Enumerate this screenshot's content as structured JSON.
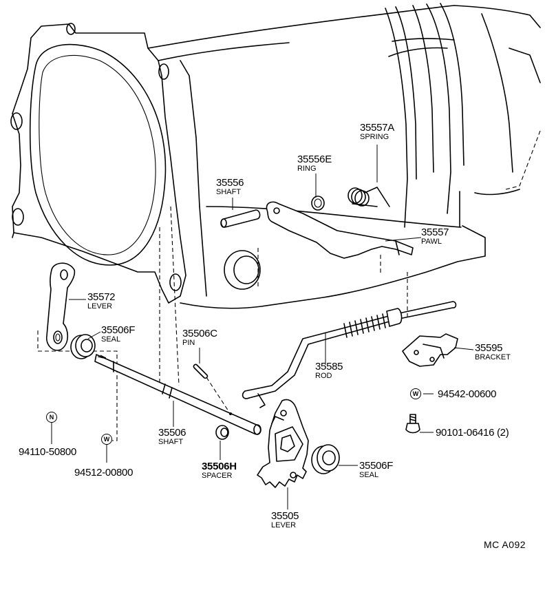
{
  "diagram_ref": "MC  A092",
  "symbols": {
    "nut": "N",
    "washer": "W"
  },
  "parts": [
    {
      "id": "35557A",
      "name": "SPRING"
    },
    {
      "id": "35556E",
      "name": "RING"
    },
    {
      "id": "35556",
      "name": "SHAFT"
    },
    {
      "id": "35557",
      "name": "PAWL"
    },
    {
      "id": "35572",
      "name": "LEVER"
    },
    {
      "id": "35506F",
      "name": "SEAL"
    },
    {
      "id": "35506C",
      "name": "PIN"
    },
    {
      "id": "35585",
      "name": "ROD"
    },
    {
      "id": "35595",
      "name": "BRACKET"
    },
    {
      "id": "94542-00600",
      "name": ""
    },
    {
      "id": "90101-06416 (2)",
      "name": ""
    },
    {
      "id": "94110-50800",
      "name": ""
    },
    {
      "id": "94512-00800",
      "name": ""
    },
    {
      "id": "35506",
      "name": "SHAFT"
    },
    {
      "id": "35506H",
      "name": "SPACER"
    },
    {
      "id": "35506F",
      "name": "SEAL"
    },
    {
      "id": "35505",
      "name": "LEVER"
    }
  ]
}
